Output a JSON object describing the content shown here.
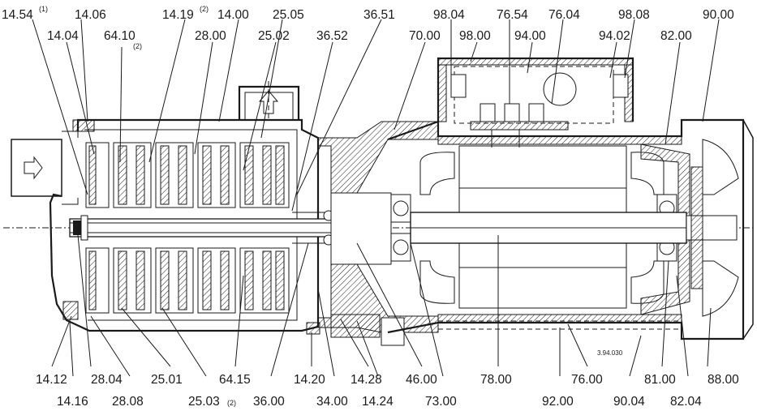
{
  "labels_top": [
    {
      "id": "14.54",
      "text": "14.54",
      "sup": "(1)"
    },
    {
      "id": "14.06",
      "text": "14.06"
    },
    {
      "id": "14.19",
      "text": "14.19",
      "sup": "(2)"
    },
    {
      "id": "14.00",
      "text": "14.00"
    },
    {
      "id": "25.05",
      "text": "25.05"
    },
    {
      "id": "36.51",
      "text": "36.51"
    },
    {
      "id": "98.04",
      "text": "98.04"
    },
    {
      "id": "76.54",
      "text": "76.54"
    },
    {
      "id": "76.04",
      "text": "76.04"
    },
    {
      "id": "98.08",
      "text": "98.08"
    },
    {
      "id": "90.00",
      "text": "90.00"
    },
    {
      "id": "14.04",
      "text": "14.04"
    },
    {
      "id": "64.10",
      "text": "64.10",
      "sub": "(2)"
    },
    {
      "id": "28.00",
      "text": "28.00"
    },
    {
      "id": "25.02",
      "text": "25.02"
    },
    {
      "id": "36.52",
      "text": "36.52"
    },
    {
      "id": "70.00",
      "text": "70.00"
    },
    {
      "id": "98.00",
      "text": "98.00"
    },
    {
      "id": "94.00",
      "text": "94.00"
    },
    {
      "id": "94.02",
      "text": "94.02"
    },
    {
      "id": "82.00",
      "text": "82.00"
    }
  ],
  "labels_bottom": [
    {
      "id": "14.12",
      "text": "14.12"
    },
    {
      "id": "28.04",
      "text": "28.04"
    },
    {
      "id": "25.01",
      "text": "25.01"
    },
    {
      "id": "64.15",
      "text": "64.15"
    },
    {
      "id": "14.20",
      "text": "14.20"
    },
    {
      "id": "14.28",
      "text": "14.28"
    },
    {
      "id": "46.00",
      "text": "46.00"
    },
    {
      "id": "78.00",
      "text": "78.00"
    },
    {
      "id": "76.00",
      "text": "76.00"
    },
    {
      "id": "81.00",
      "text": "81.00"
    },
    {
      "id": "88.00",
      "text": "88.00"
    },
    {
      "id": "14.16",
      "text": "14.16"
    },
    {
      "id": "28.08",
      "text": "28.08"
    },
    {
      "id": "25.03",
      "text": "25.03",
      "sup": "(2)"
    },
    {
      "id": "36.00",
      "text": "36.00"
    },
    {
      "id": "34.00",
      "text": "34.00"
    },
    {
      "id": "14.24",
      "text": "14.24"
    },
    {
      "id": "73.00",
      "text": "73.00"
    },
    {
      "id": "92.00",
      "text": "92.00"
    },
    {
      "id": "90.04",
      "text": "90.04"
    },
    {
      "id": "82.04",
      "text": "82.04"
    }
  ],
  "drawing_ref": "3.94.030"
}
